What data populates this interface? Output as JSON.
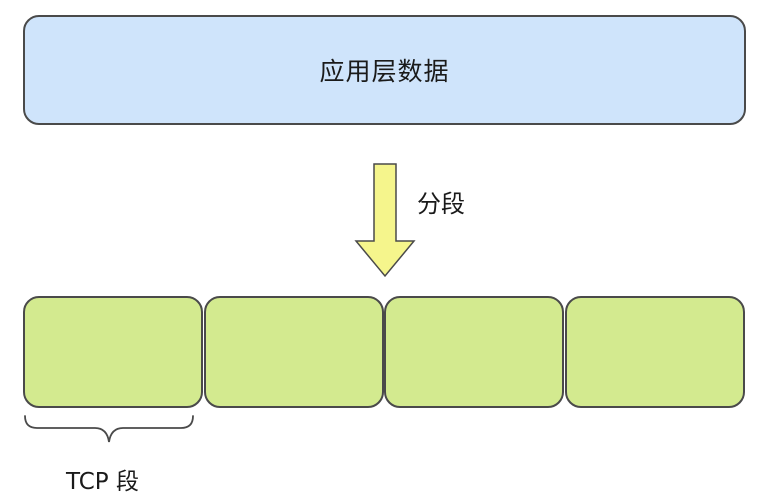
{
  "diagram": {
    "app_layer_label": "应用层数据",
    "split_label": "分段",
    "tcp_segment_label": "TCP 段",
    "segment_count": 4
  },
  "colors": {
    "app_fill": "#cfe4fb",
    "segment_fill": "#d3ea8f",
    "arrow_fill": "#f5f58c",
    "stroke": "#4a4a4a"
  }
}
